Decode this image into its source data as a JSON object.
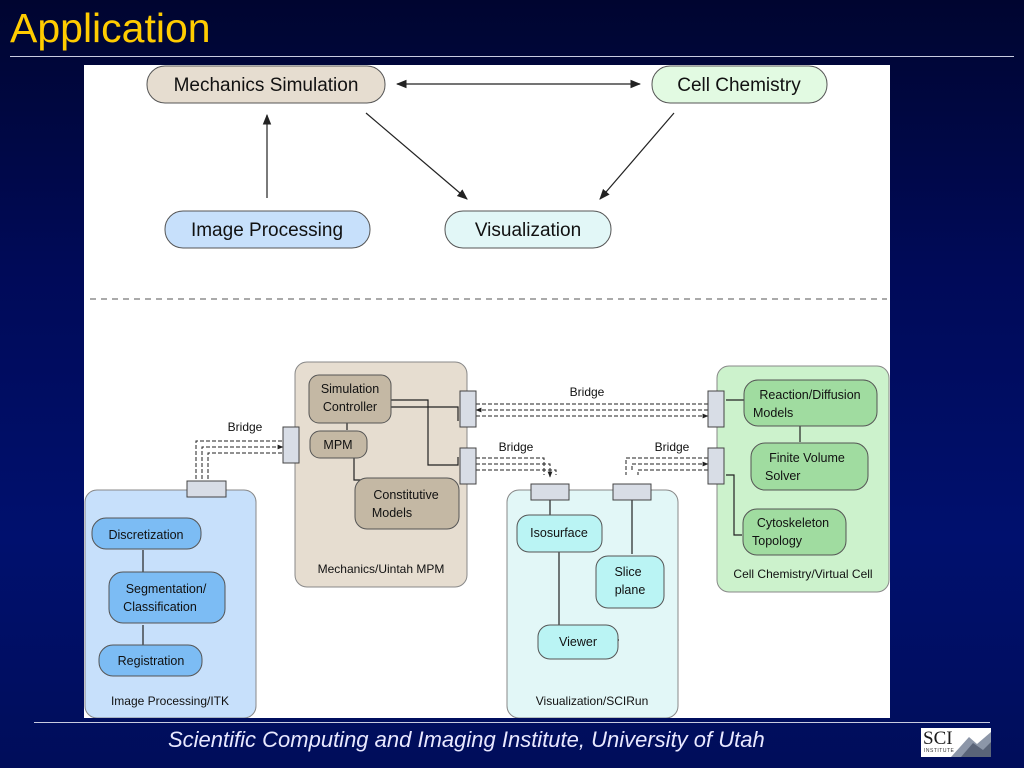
{
  "slide": {
    "title": "Application",
    "footer": "Scientific Computing and Imaging Institute, University of Utah",
    "logo": {
      "letters": "SCI",
      "sub": "INSTITUTE",
      "icon": "sci-institute-logo"
    }
  },
  "top_diagram": {
    "nodes": {
      "mechanics_simulation": "Mechanics Simulation",
      "cell_chemistry": "Cell Chemistry",
      "image_processing": "Image Processing",
      "visualization": "Visualization"
    },
    "edges": [
      {
        "from": "mechanics_simulation",
        "to": "cell_chemistry",
        "bidirectional": true
      },
      {
        "from": "image_processing",
        "to": "mechanics_simulation"
      },
      {
        "from": "mechanics_simulation",
        "to": "visualization"
      },
      {
        "from": "cell_chemistry",
        "to": "visualization"
      }
    ]
  },
  "bottom_diagram": {
    "groups": {
      "mechanics": {
        "label": "Mechanics/Uintah MPM",
        "fill": "#e6ddd0"
      },
      "cell": {
        "label": "Cell Chemistry/Virtual Cell",
        "fill": "#ccf2cc"
      },
      "image": {
        "label": "Image Processing/ITK",
        "fill": "#c7e0fb"
      },
      "visualization": {
        "label": "Visualization/SCIRun",
        "fill": "#e2f7f7"
      }
    },
    "modules": {
      "sim_controller_1": "Simulation",
      "sim_controller_2": "Controller",
      "mpm": "MPM",
      "constitutive_1": "Constitutive",
      "constitutive_2": "Models",
      "reaction_1": "Reaction/Diffusion",
      "reaction_2": "Models",
      "finite_volume_1": "Finite Volume",
      "finite_volume_2": "Solver",
      "cytoskeleton_1": "Cytoskeleton",
      "cytoskeleton_2": "Topology",
      "discretization": "Discretization",
      "segmentation_1": "Segmentation/",
      "segmentation_2": "Classification",
      "registration": "Registration",
      "isosurface": "Isosurface",
      "slice_plane_1": "Slice",
      "slice_plane_2": "plane",
      "viewer": "Viewer"
    },
    "bridges": {
      "mechanics_cell": "Bridge",
      "image_mechanics": "Bridge",
      "mechanics_vis": "Bridge",
      "cell_vis": "Bridge"
    }
  }
}
